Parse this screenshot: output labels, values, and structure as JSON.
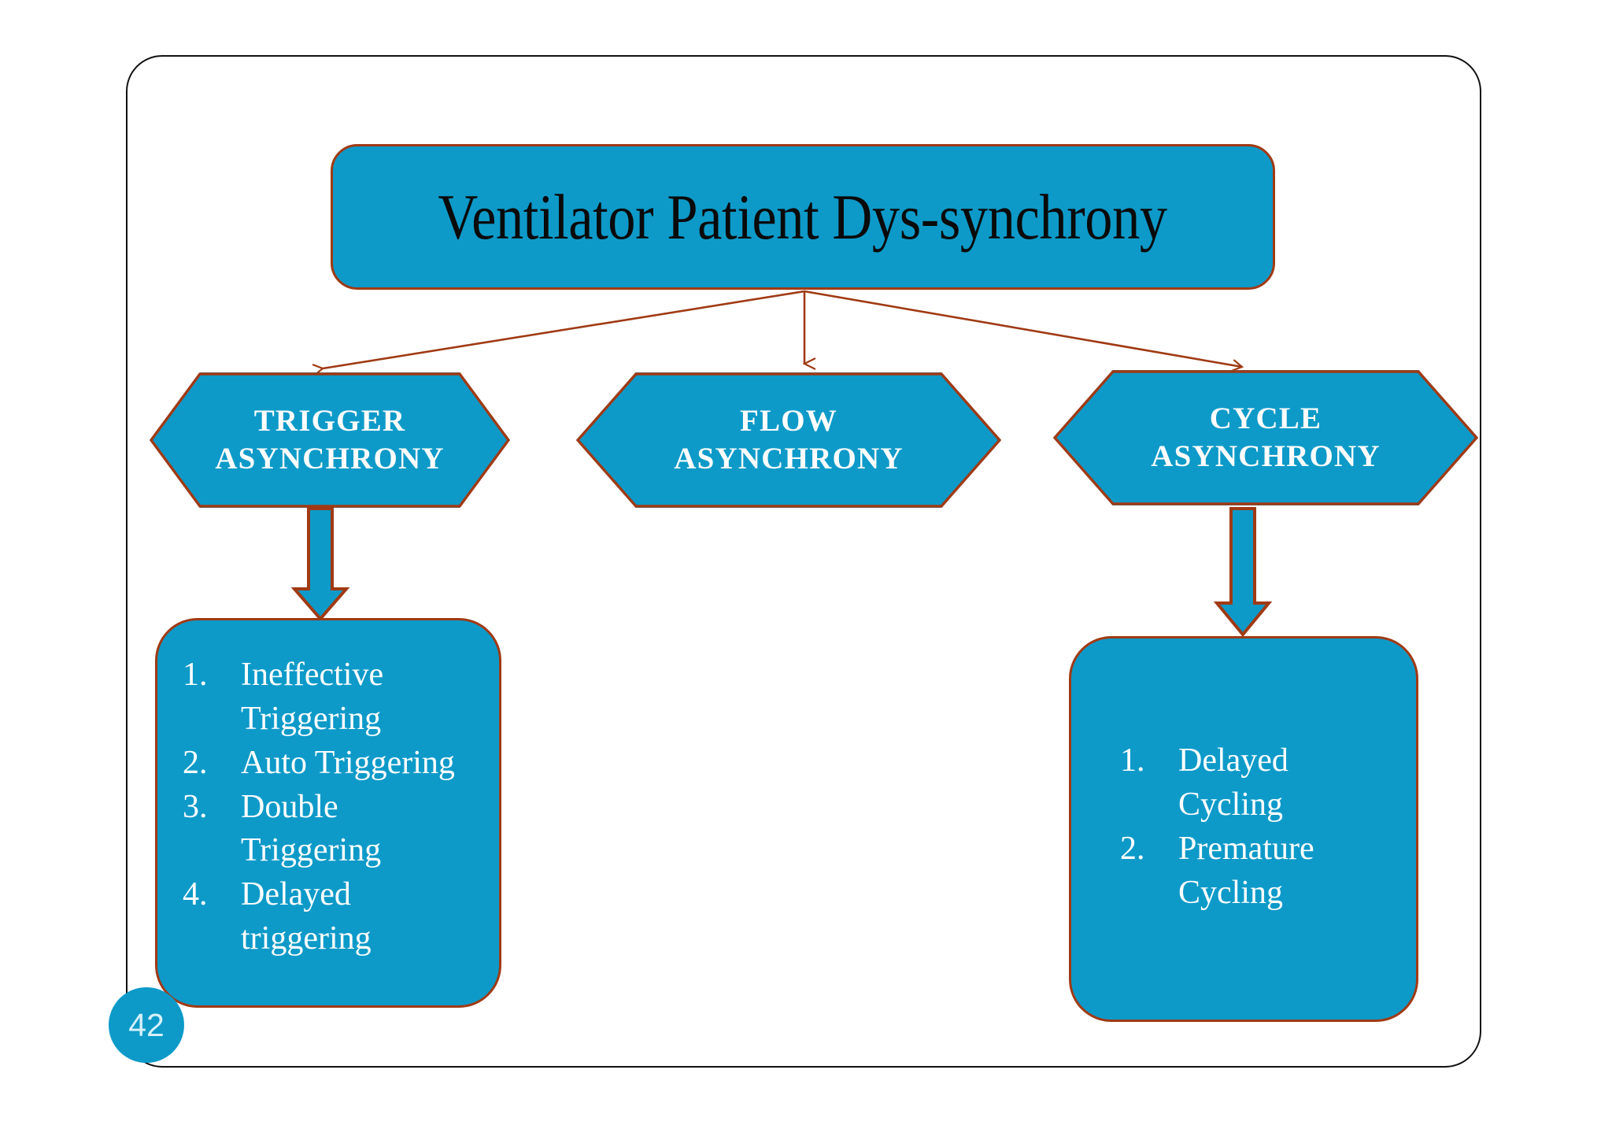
{
  "slide": {
    "page_number": "42",
    "colors": {
      "box_fill": "#0d9ac9",
      "box_border": "#a03a14",
      "frame_border": "#111111",
      "title_text": "#0a0a0a",
      "label_text": "#ffffff",
      "page_number_text": "#d6f0fb"
    }
  },
  "title": {
    "text": "Ventilator Patient Dys-synchrony"
  },
  "categories": [
    {
      "id": "trigger",
      "line1": "TRIGGER",
      "line2": "ASYNCHRONY"
    },
    {
      "id": "flow",
      "line1": "FLOW",
      "line2": "ASYNCHRONY"
    },
    {
      "id": "cycle",
      "line1": "CYCLE",
      "line2": "ASYNCHRONY"
    }
  ],
  "trigger_list": {
    "items": [
      {
        "num": "1.",
        "text": "Ineffective Triggering"
      },
      {
        "num": "2.",
        "text": "Auto Triggering"
      },
      {
        "num": "3.",
        "text": "Double Triggering"
      },
      {
        "num": "4.",
        "text": "Delayed triggering"
      }
    ]
  },
  "cycle_list": {
    "items": [
      {
        "num": "1.",
        "text": "Delayed Cycling"
      },
      {
        "num": "2.",
        "text": "Premature Cycling"
      }
    ]
  },
  "connectors": {
    "fan_arrows": [
      {
        "id": "to-trigger",
        "direction": "down-left"
      },
      {
        "id": "to-flow",
        "direction": "down"
      },
      {
        "id": "to-cycle",
        "direction": "down-right"
      }
    ],
    "down_arrows": [
      {
        "id": "trigger-to-list",
        "direction": "down"
      },
      {
        "id": "cycle-to-list",
        "direction": "down"
      }
    ]
  }
}
